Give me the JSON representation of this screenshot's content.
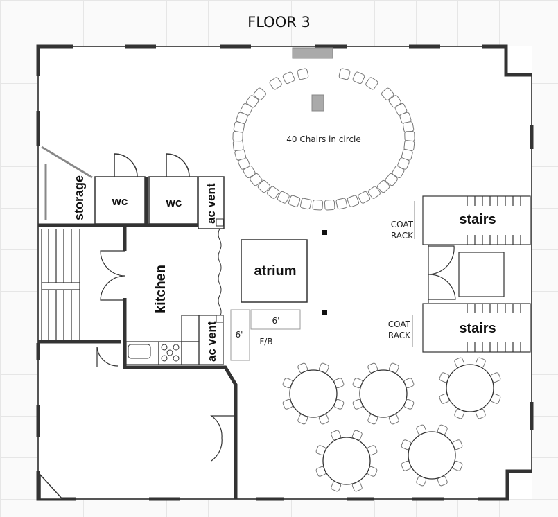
{
  "title": "FLOOR 3",
  "labels": {
    "chairs_circle": "40 Chairs in circle",
    "storage": "storage",
    "wc1": "wc",
    "wc2": "wc",
    "ac_vent_top": "ac vent",
    "ac_vent_bottom": "ac vent",
    "kitchen": "kitchen",
    "atrium": "atrium",
    "stairs_top": "stairs",
    "stairs_bottom": "stairs",
    "coat_rack_top": [
      "COAT",
      "RACK"
    ],
    "coat_rack_bottom": [
      "COAT",
      "RACK"
    ],
    "table_6ft_vertical": "6'",
    "table_6ft_horizontal": "6'",
    "fb": "F/B"
  },
  "chair_circle_count": 40,
  "round_tables": 5,
  "chairs_per_table": 8,
  "colors": {
    "wall": "#333333",
    "grey": "#aaaaaa"
  }
}
